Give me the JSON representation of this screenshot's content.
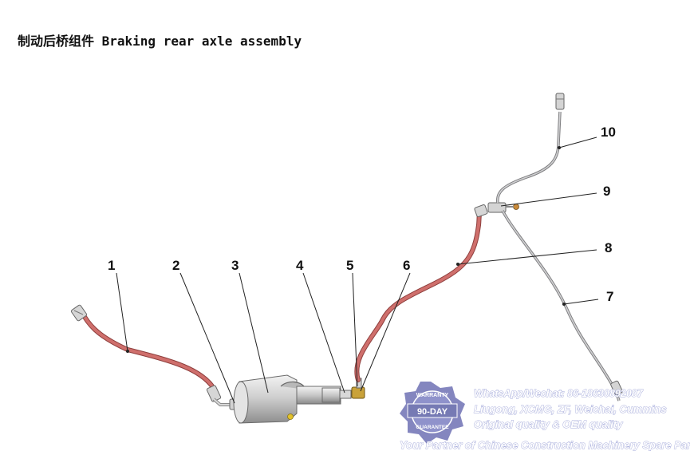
{
  "title": "制动后桥组件 Braking rear axle assembly",
  "callouts": {
    "c1": "1",
    "c2": "2",
    "c3": "3",
    "c4": "4",
    "c5": "5",
    "c6": "6",
    "c7": "7",
    "c8": "8",
    "c9": "9",
    "c10": "10"
  },
  "watermark": {
    "contact": "WhatsApp/Wechat: 86-18630892087",
    "brands": "Liugong, XCMG, ZF, Weichai, Cummins",
    "quality": "Original quality & OEM quality",
    "tagline": "Your Partner of Chinese Construction Machinery Spare Parts",
    "badge_top": "WARRANTY",
    "badge_mid": "90-DAY",
    "badge_bottom": "GUARANTEE"
  },
  "colors": {
    "hose": "#cf6f6c",
    "pipe": "#a9a9ab",
    "chamber": "#cfcfcf",
    "fitting_brass": "#c9a23a",
    "badge": "#6f72b4"
  }
}
